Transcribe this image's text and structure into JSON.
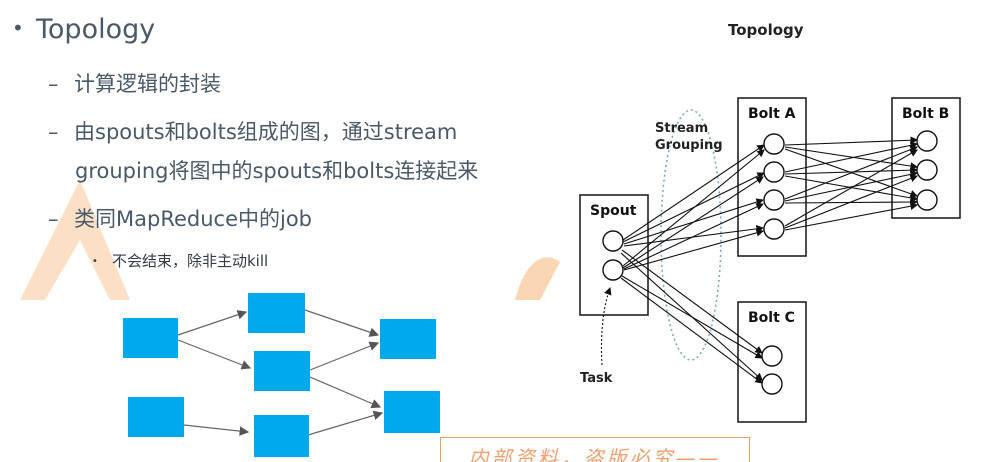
{
  "bullets": {
    "level1": "Topology",
    "level2": [
      "计算逻辑的封装",
      "由spouts和bolts组成的图，通过stream",
      "grouping将图中的spouts和bolts连接起来",
      "类同MapReduce中的job"
    ],
    "level3": "不会结束，除非主动kill"
  },
  "topology_diagram": {
    "title": "Topology",
    "spout": "Spout",
    "bolt_a": "Bolt A",
    "bolt_b": "Bolt B",
    "bolt_c": "Bolt C",
    "stream_line1": "Stream",
    "stream_line2": "Grouping",
    "task": "Task"
  },
  "footer_text": "内部资料，盗版必究——",
  "colors": {
    "text": "#4a5968",
    "dag_box": "#00a8ec",
    "watermark": "#f7a55c",
    "footer": "#f0a070"
  }
}
